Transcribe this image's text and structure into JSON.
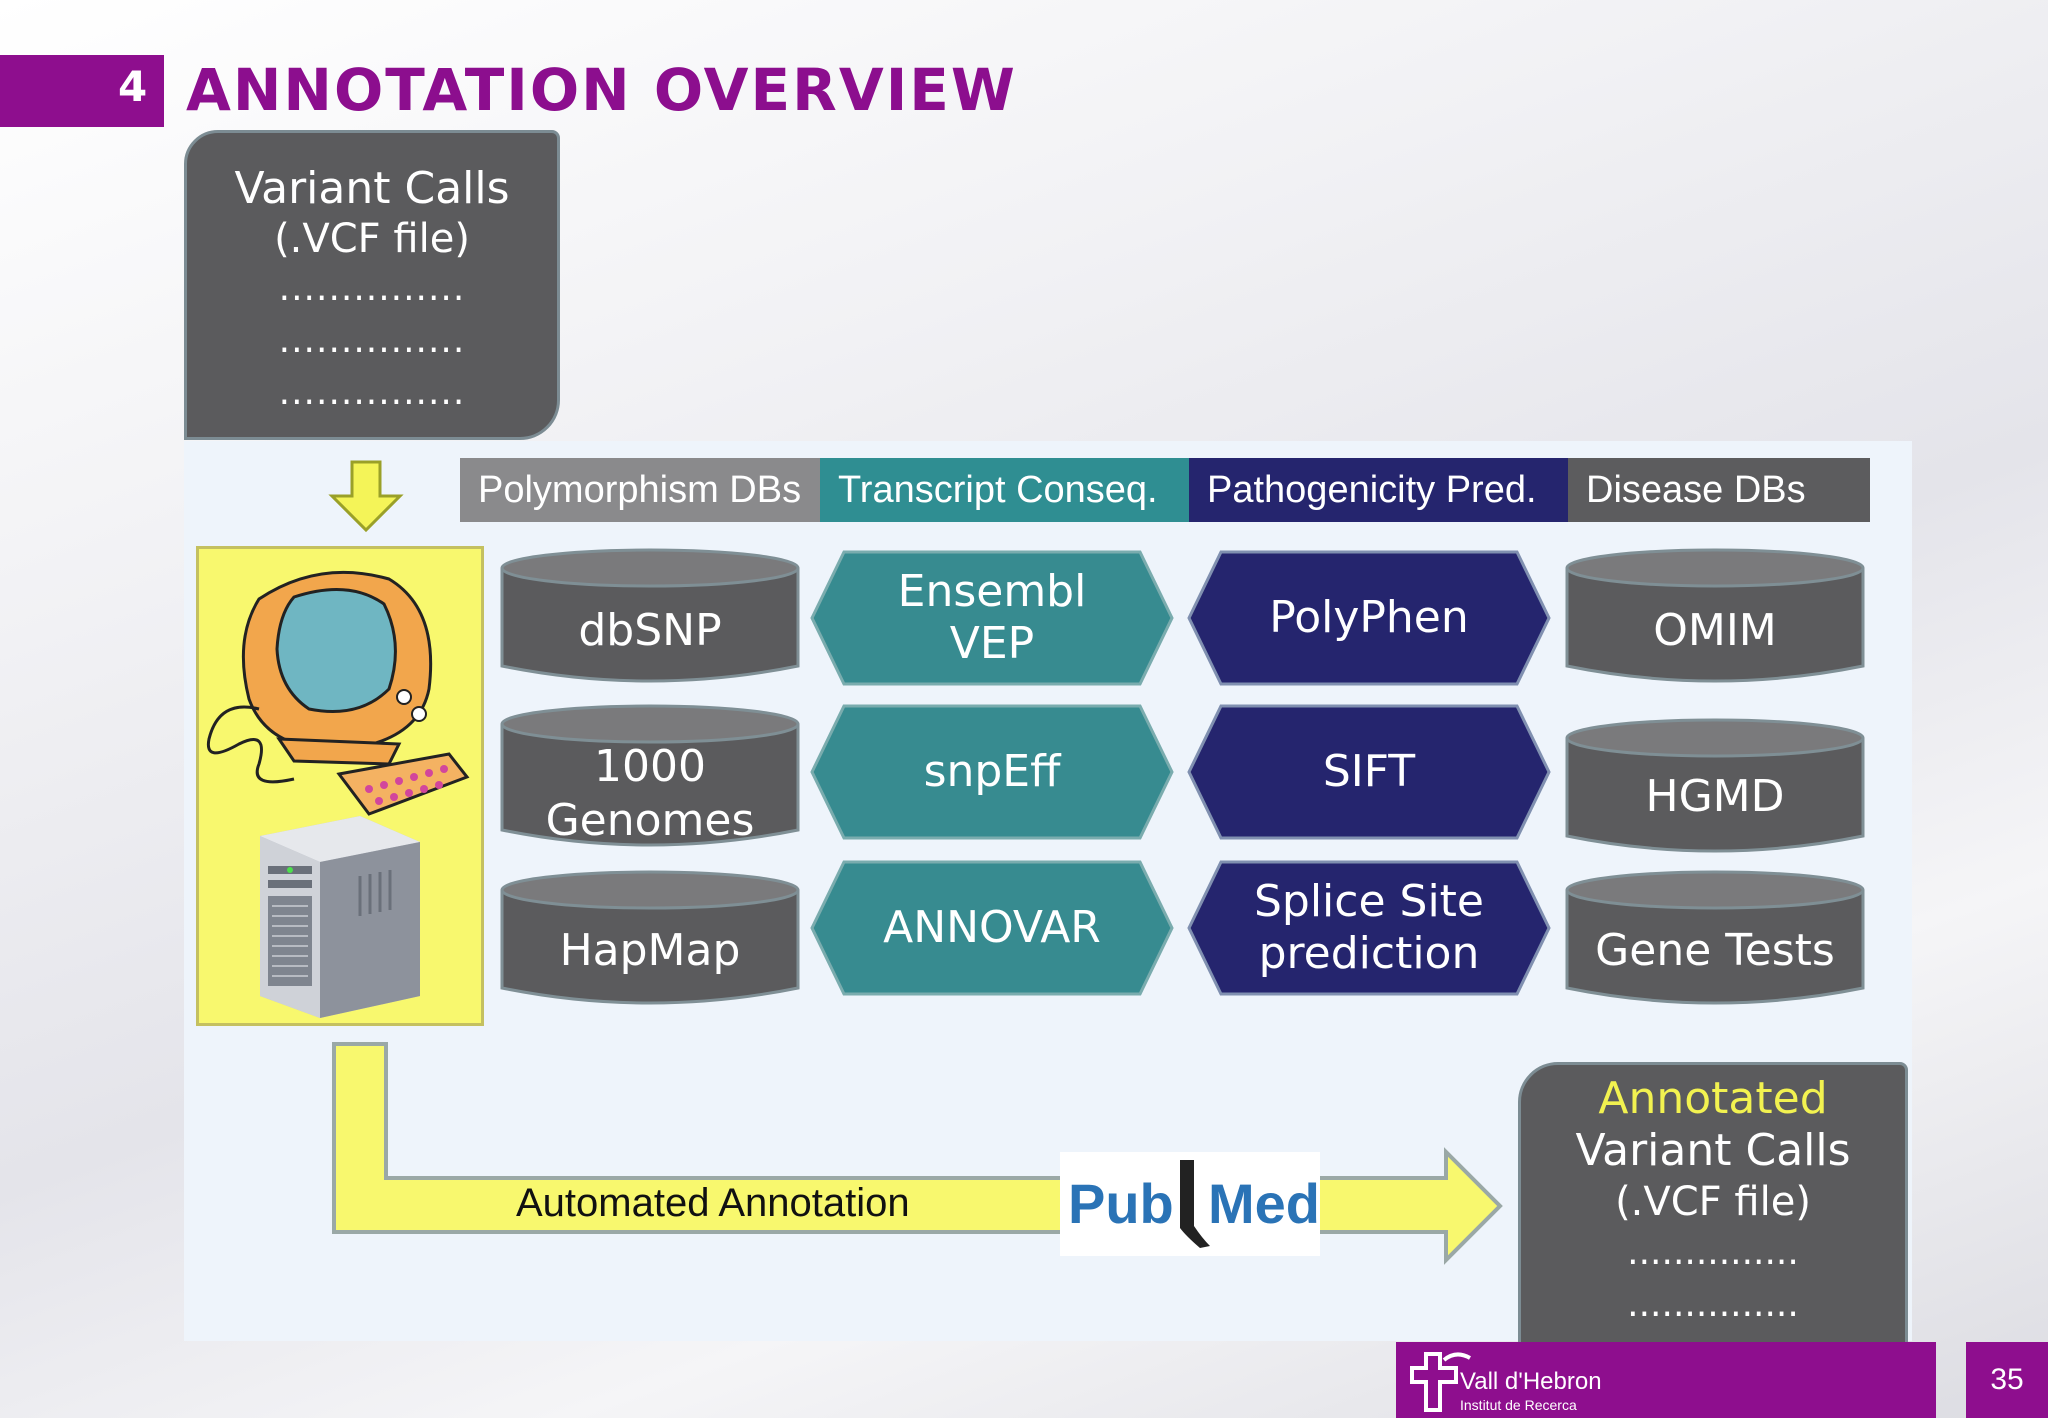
{
  "slide": {
    "section_number": "4",
    "title": "ANNOTATION OVERVIEW",
    "page_number": "35"
  },
  "input_box": {
    "line1": "Variant Calls",
    "line2": "(.VCF file)",
    "dots": [
      "...............",
      "...............",
      "..............."
    ]
  },
  "categories": [
    {
      "label": "Polymorphism DBs",
      "color": "#8a8a8c"
    },
    {
      "label": "Transcript Conseq.",
      "color": "#2f8e92"
    },
    {
      "label": "Pathogenicity Pred.",
      "color": "#25256e"
    },
    {
      "label": "Disease DBs",
      "color": "#5c5c5e"
    }
  ],
  "polymorphism_dbs": [
    {
      "lines": [
        "dbSNP"
      ]
    },
    {
      "lines": [
        "1000",
        "Genomes"
      ]
    },
    {
      "lines": [
        "HapMap"
      ]
    }
  ],
  "transcript_tools": [
    {
      "lines": [
        "Ensembl",
        "VEP"
      ]
    },
    {
      "lines": [
        "snpEff"
      ]
    },
    {
      "lines": [
        "ANNOVAR"
      ]
    }
  ],
  "pathogenicity_tools": [
    {
      "lines": [
        "PolyPhen"
      ]
    },
    {
      "lines": [
        "SIFT"
      ]
    },
    {
      "lines": [
        "Splice Site",
        "prediction"
      ]
    }
  ],
  "disease_dbs": [
    {
      "lines": [
        "OMIM"
      ]
    },
    {
      "lines": [
        "HGMD"
      ]
    },
    {
      "lines": [
        "Gene Tests"
      ]
    }
  ],
  "flow": {
    "label": "Automated Annotation",
    "pubmed_logo_part1": "Pub",
    "pubmed_logo_part2": "Med"
  },
  "output_box": {
    "line1": "Annotated",
    "line2": "Variant Calls",
    "line3": "(.VCF file)",
    "dots": [
      "...............",
      "..............."
    ]
  },
  "footer": {
    "logo_name": "Vall d'Hebron",
    "logo_sub": "Institut de Recerca"
  },
  "icons": {
    "computer": "computer-icon",
    "server": "server-icon",
    "down_arrow": "down-arrow-icon",
    "flow_arrow": "flow-arrow-icon"
  }
}
